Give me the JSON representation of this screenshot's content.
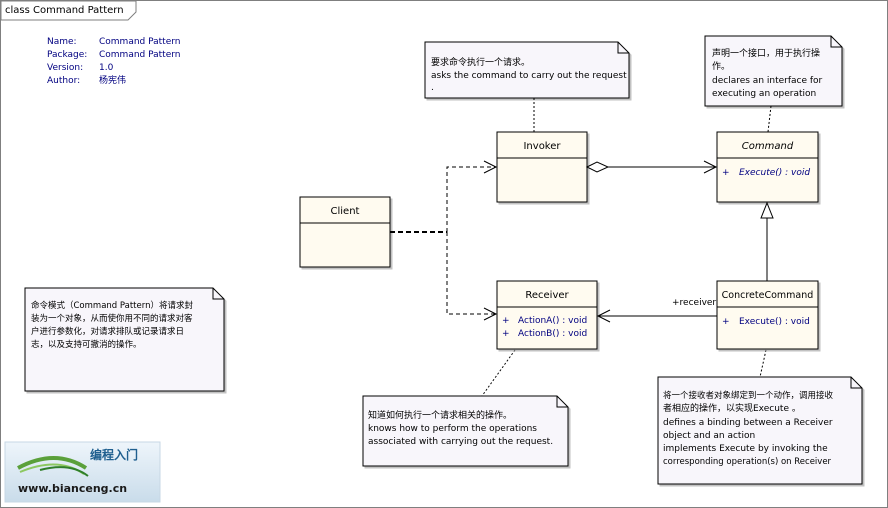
{
  "frame": {
    "title": "class Command Pattern"
  },
  "meta": {
    "rows": [
      {
        "label": "Name:",
        "value": "Command Pattern"
      },
      {
        "label": "Package:",
        "value": "Command Pattern"
      },
      {
        "label": "Version:",
        "value": "1.0"
      },
      {
        "label": "Author:",
        "value": "杨宪伟"
      }
    ]
  },
  "classes": {
    "invoker": {
      "name": "Invoker"
    },
    "command": {
      "name": "Command",
      "op_visibility": "+",
      "op": "Execute() : void"
    },
    "client": {
      "name": "Client"
    },
    "receiver": {
      "name": "Receiver",
      "ops": [
        {
          "visibility": "+",
          "text": "ActionA() : void"
        },
        {
          "visibility": "+",
          "text": "ActionB() : void"
        }
      ]
    },
    "concrete_command": {
      "name": "ConcreteCommand",
      "op_visibility": "+",
      "op": "Execute() : void"
    }
  },
  "association": {
    "receiver_role": "+receiver"
  },
  "notes": {
    "invoker_note": {
      "lines": [
        "要求命令执行一个请求。",
        "asks the command to carry out the request",
        "."
      ]
    },
    "command_note": {
      "lines": [
        "声明一个接口，用于执行操",
        "作。",
        "declares an interface for",
        "executing an operation"
      ]
    },
    "pattern_note": {
      "lines": [
        "命令模式（Command Pattern）将请求封",
        "装为一个对象，从而使你用不同的请求对客",
        "户进行参数化，对请求排队或记录请求日",
        "志，以及支持可撤消的操作。"
      ]
    },
    "receiver_note": {
      "lines": [
        "知道如何执行一个请求相关的操作。",
        "knows how to perform the operations",
        "associated with carrying out the request."
      ]
    },
    "concrete_note": {
      "lines": [
        "将一个接收者对象绑定到一个动作，调用接收",
        "者相应的操作，以实现Execute 。",
        "defines a binding between a Receiver",
        "object and an action",
        "implements Execute by invoking the",
        "corresponding operation(s) on Receiver"
      ]
    }
  },
  "watermark": {
    "brand": "编程入门",
    "url": "www.bianceng.cn"
  },
  "colors": {
    "class_fill": "#fffbf0",
    "note_fill": "#f8f6fb",
    "border": "#000000",
    "meta_text": "#000080"
  }
}
